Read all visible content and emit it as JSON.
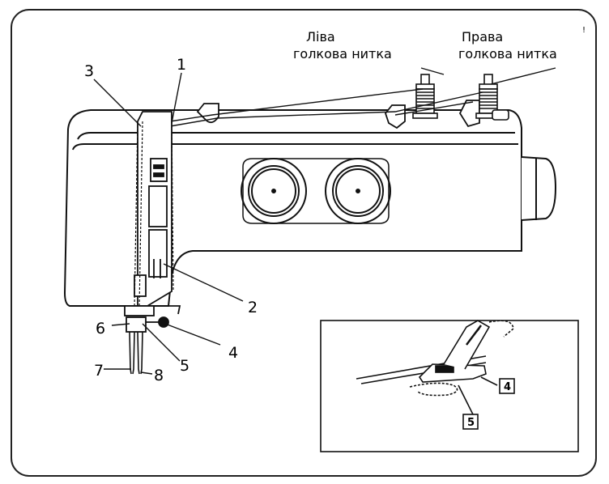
{
  "spool_labels": {
    "left_line1": "Ліва",
    "left_line2": "голкова нитка",
    "right_line1": "Права",
    "right_line2": "голкова нитка"
  },
  "callouts": {
    "c1": "1",
    "c2": "2",
    "c3": "3",
    "c4": "4",
    "c5": "5",
    "c6": "6",
    "c7": "7",
    "c8": "8"
  },
  "inset": {
    "c4": "4",
    "c5": "5"
  },
  "corner_mark": "!"
}
